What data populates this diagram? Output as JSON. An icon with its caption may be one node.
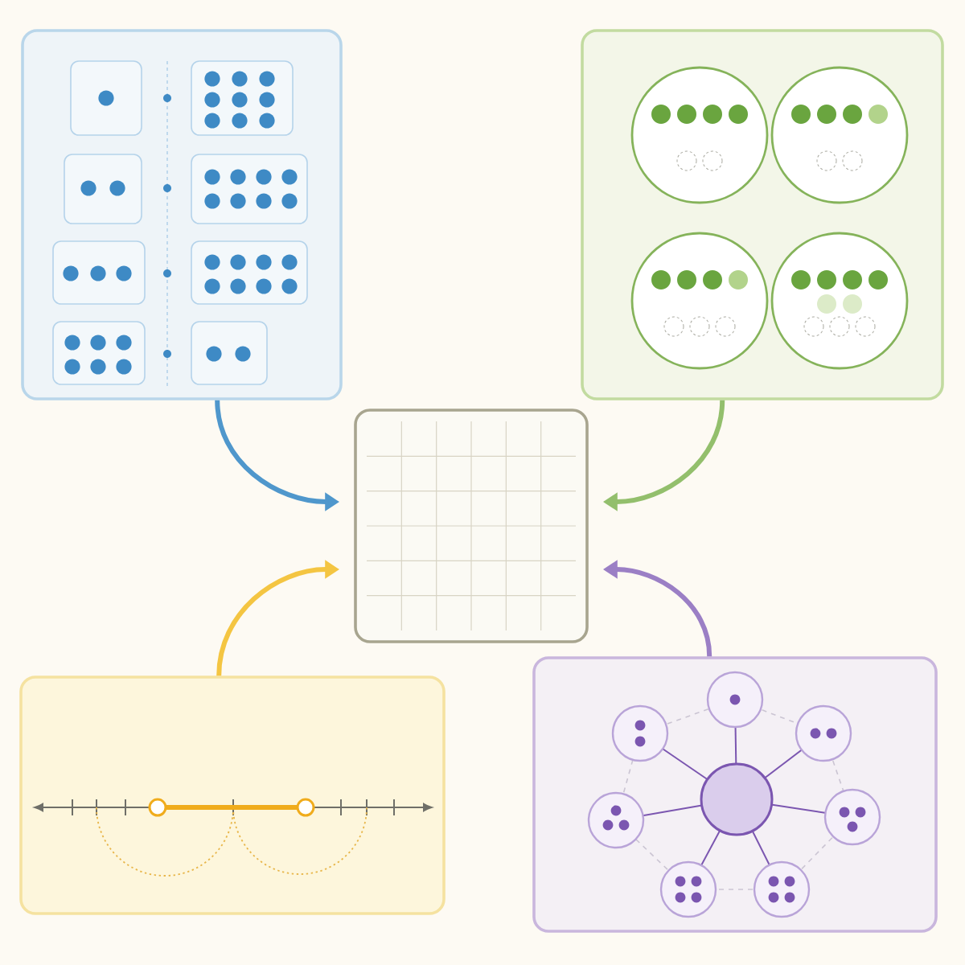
{
  "diagram": {
    "nodes": [
      {
        "text": [],
        "shape": "box"
      },
      {
        "text": [],
        "shape": "box"
      },
      {
        "text": [],
        "shape": "box"
      },
      {
        "text": [],
        "shape": "box"
      },
      {
        "text": [],
        "shape": "box"
      }
    ],
    "edges": [
      {
        "from": 0,
        "to": 2,
        "arrow": "to",
        "color": "#4f97cc"
      },
      {
        "from": 1,
        "to": 2,
        "arrow": "to",
        "color": "#93bf6c"
      },
      {
        "from": 3,
        "to": 2,
        "arrow": "to",
        "color": "#f4c542"
      },
      {
        "from": 4,
        "to": 2,
        "arrow": "to",
        "color": "#9b7fc5"
      }
    ]
  }
}
